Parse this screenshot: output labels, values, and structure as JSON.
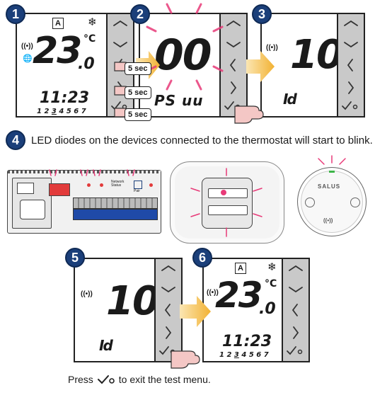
{
  "steps": {
    "s1": "1",
    "s2": "2",
    "s3": "3",
    "s4": "4",
    "s5": "5",
    "s6": "6"
  },
  "panel1": {
    "mode": "A",
    "temp": "23",
    "temp_decimal": ".0",
    "unit": "°C",
    "time": "11:23",
    "days": [
      "1",
      "2",
      "3",
      "4",
      "5",
      "6",
      "7"
    ],
    "active_day": "3"
  },
  "press_labels": [
    "5 sec",
    "5 sec",
    "5 sec"
  ],
  "panel2": {
    "display": "00",
    "code": "PS uu"
  },
  "panel3": {
    "display": "10",
    "code": "Id"
  },
  "step4_text": "LED diodes on the devices connected to the thermostat will start to blink.",
  "devices": {
    "hub_labels": [
      "Network Status",
      "Pair"
    ],
    "brand": "SALUS"
  },
  "panel5": {
    "display": "10",
    "code": "Id"
  },
  "panel6": {
    "mode": "A",
    "temp": "23",
    "temp_decimal": ".0",
    "unit": "°C",
    "time": "11:23",
    "days": [
      "1",
      "2",
      "3",
      "4",
      "5",
      "6",
      "7"
    ],
    "active_day": "3"
  },
  "footer": {
    "press": "Press",
    "rest": "to exit the test menu."
  },
  "colors": {
    "badge": "#1b3f7a",
    "arrow": "#f2b233",
    "glow": "#e83a78",
    "button": "#c9c9c9",
    "hand": "#f4c7c5"
  }
}
